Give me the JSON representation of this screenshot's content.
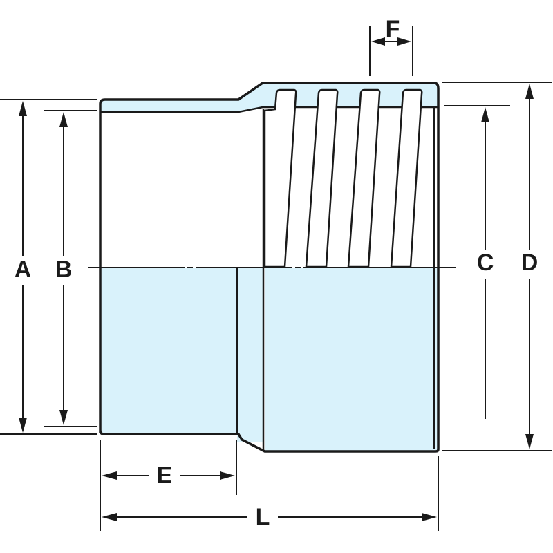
{
  "dimensions": {
    "A": "A",
    "B": "B",
    "C": "C",
    "D": "D",
    "E": "E",
    "F": "F",
    "L": "L"
  },
  "colors": {
    "fill": "#d9f2fb",
    "line": "#1a1a1a",
    "background": "#ffffff"
  }
}
